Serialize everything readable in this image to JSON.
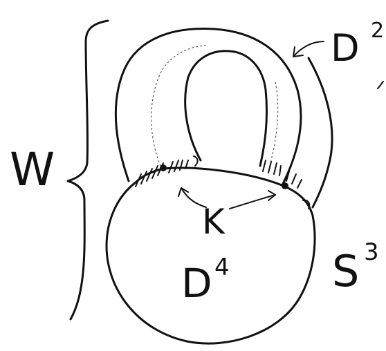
{
  "figure": {
    "labels": {
      "w": "W",
      "d2": "D",
      "d2_superscript": "2",
      "k": "K",
      "d4": "D",
      "d4_superscript": "4",
      "s3": "S",
      "s3_superscript": "3"
    },
    "colors": {
      "ink": "#111111",
      "paper": "#ffffff"
    }
  }
}
